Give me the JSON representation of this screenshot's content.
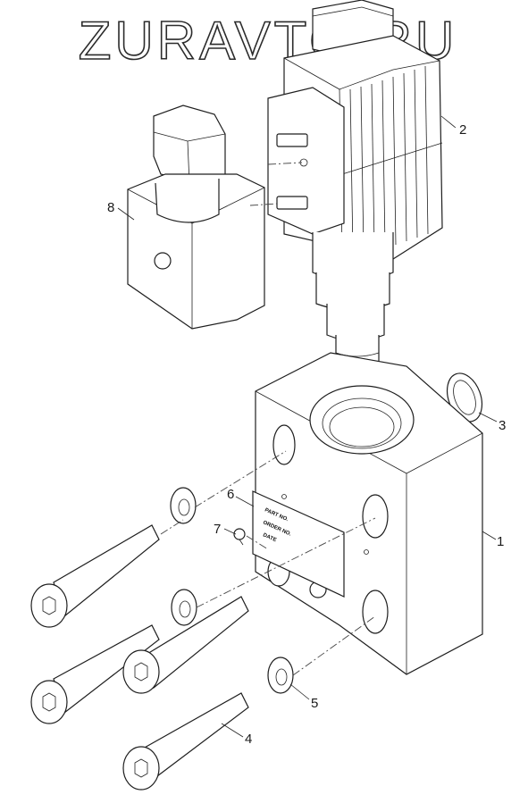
{
  "watermark": "ZURAVTO.RU",
  "callouts": [
    {
      "num": "1",
      "part": "valve-body"
    },
    {
      "num": "2",
      "part": "solenoid-coil"
    },
    {
      "num": "3",
      "part": "o-ring"
    },
    {
      "num": "4",
      "part": "socket-head-bolt"
    },
    {
      "num": "5",
      "part": "washer"
    },
    {
      "num": "6",
      "part": "nameplate"
    },
    {
      "num": "7",
      "part": "rivet"
    },
    {
      "num": "8",
      "part": "connector-plug"
    }
  ],
  "nameplate_text": [
    "PART NO.",
    "ORDER NO.",
    "DATE"
  ]
}
